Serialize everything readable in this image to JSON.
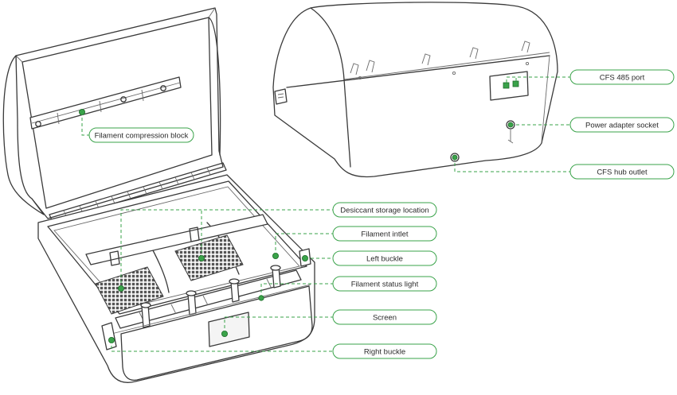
{
  "labels": {
    "compression_block": "Filament compression block",
    "desiccant": "Desiccant storage location",
    "filament_inlet": "Filament intlet",
    "left_buckle": "Left buckle",
    "status_light": "Filament status light",
    "screen": "Screen",
    "right_buckle": "Right buckle",
    "cfs485": "CFS 485 port",
    "power": "Power adapter socket",
    "hub": "CFS hub outlet"
  },
  "colors": {
    "accent": "#3aa34a",
    "outline": "#3a3a3a"
  }
}
